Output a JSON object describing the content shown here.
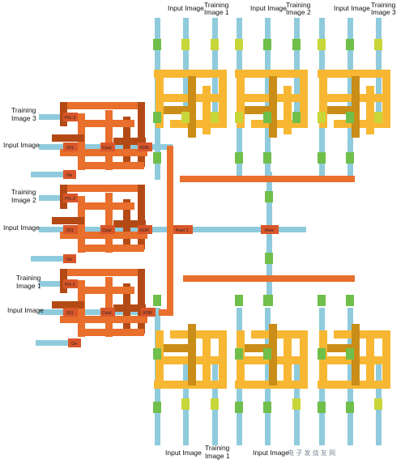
{
  "colors": {
    "wire": "#8fcbdc",
    "orange": "#e86f2c",
    "orange_dark": "#b34a15",
    "yellow": "#f7b733",
    "yellow_dark": "#c98d18",
    "block_orange": "#d9562a",
    "block_green": "#6fbf4a",
    "block_lime": "#c9d63a"
  },
  "top_labels": {
    "input1": "Input Image",
    "train1": [
      "Training",
      "Image 1"
    ],
    "input2": "Input Image",
    "train2": [
      "Training",
      "Image 2"
    ],
    "input3": "Input Image",
    "train3": [
      "Training",
      "Image 3"
    ]
  },
  "left_labels": {
    "train3": [
      "Training",
      "Image 3"
    ],
    "input3": "Input Image",
    "train2": [
      "Training",
      "Image 2"
    ],
    "input2": "Input Image",
    "train1": [
      "Training",
      "Image 1"
    ],
    "input1": "Input Image"
  },
  "bottom_labels": {
    "input1": "Input Image",
    "train1": [
      "Training",
      "Image 1"
    ],
    "input2": "Input Image"
  },
  "blocks": {
    "pi13": "PI1-3",
    "oi1": "OI1",
    "on": "On",
    "cout": "Cout",
    "xor": "XOR",
    "pi12": "PI1-2",
    "pi11": "PI1-1",
    "rsel1": "Rsel 1",
    "row": "Row"
  },
  "watermark": "电 子 发 烧 友 网"
}
